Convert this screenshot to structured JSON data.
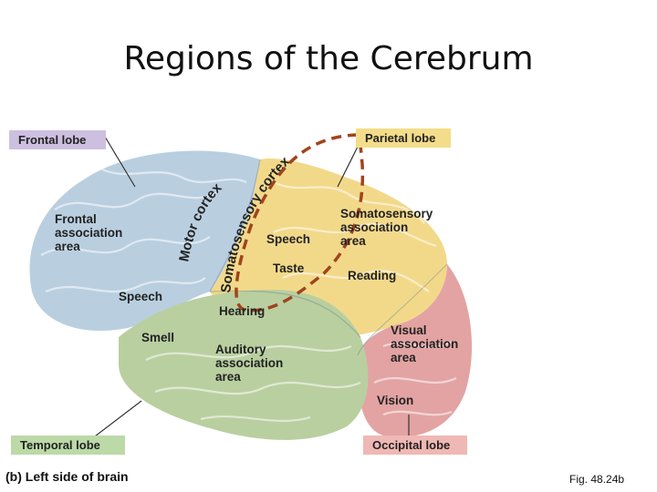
{
  "title": "Regions of the Cerebrum",
  "callouts": {
    "frontal_lobe": "Frontal lobe",
    "parietal_lobe": "Parietal lobe",
    "temporal_lobe": "Temporal lobe",
    "occipital_lobe": "Occipital lobe"
  },
  "regions": {
    "motor_cortex": "Motor cortex",
    "somatosensory_cortex": "Somatosensory cortex",
    "frontal_association": [
      "Frontal",
      "association",
      "area"
    ],
    "speech_frontal": "Speech",
    "speech_parietal": "Speech",
    "taste": "Taste",
    "hearing": "Hearing",
    "smell": "Smell",
    "auditory_association": [
      "Auditory",
      "association",
      "area"
    ],
    "somatosensory_association": [
      "Somatosensory",
      "association",
      "area"
    ],
    "reading": "Reading",
    "visual_association": [
      "Visual",
      "association",
      "area"
    ],
    "vision": "Vision"
  },
  "caption": "(b) Left side of brain",
  "figure_ref": "Fig. 48.24b",
  "colors": {
    "frontal": "#b9cfe0",
    "parietal": "#f2d98a",
    "temporal": "#b9cfa0",
    "occipital": "#e3a3a3",
    "callout_frontal": "#cdbfe0",
    "callout_parietal": "#f3dd8a",
    "callout_temporal": "#bcd9a8",
    "callout_occipital": "#f0b8b5",
    "dashed_outline": "#a0441c"
  }
}
